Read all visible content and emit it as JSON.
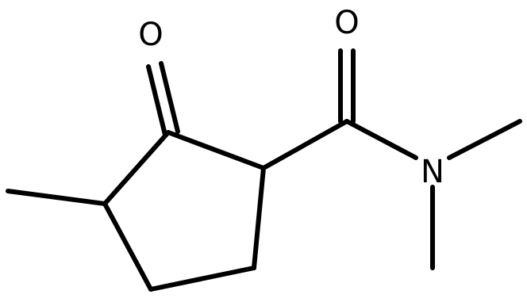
{
  "molecule": {
    "atoms": {
      "ketone_oxygen": "O",
      "amide_oxygen": "O",
      "amide_nitrogen": "N"
    }
  },
  "colors": {
    "bond": "#000000",
    "background": "#ffffff"
  }
}
